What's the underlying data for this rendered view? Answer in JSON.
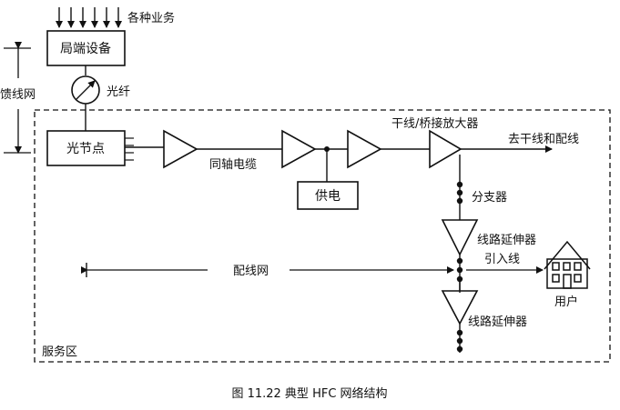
{
  "labels": {
    "services": "各种业务",
    "headend": "局端设备",
    "fiber": "光纤",
    "feeder": "馈线网",
    "optical_node": "光节点",
    "coax": "同轴电缆",
    "trunk_bridge_amp": "干线/桥接放大器",
    "to_trunk": "去干线和配线",
    "power": "供电",
    "splitter": "分支器",
    "line_extender_1": "线路延伸器",
    "distribution_net": "配线网",
    "drop_line": "引入线",
    "user": "用户",
    "line_extender_2": "线路延伸器",
    "service_area": "服务区"
  },
  "caption": "图 11.22   典型 HFC 网络结构",
  "colors": {
    "ink": "#111111",
    "paper": "#ffffff"
  }
}
